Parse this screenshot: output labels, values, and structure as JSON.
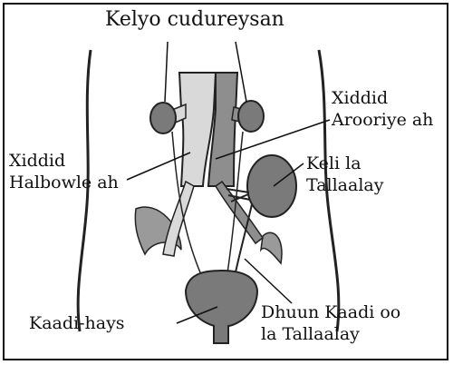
{
  "labels": {
    "kidneys": "Kelyo cudureysan",
    "artery": [
      "Xiddid",
      "Arooriye ah"
    ],
    "vein": [
      "Xiddid",
      "Halbowle ah"
    ],
    "transplant_kidney": [
      "Keli la",
      "Tallaalay"
    ],
    "bladder": "Kaadi-hays",
    "ureter": [
      "Dhuun Kaadi oo",
      "la Tallaalay"
    ]
  }
}
